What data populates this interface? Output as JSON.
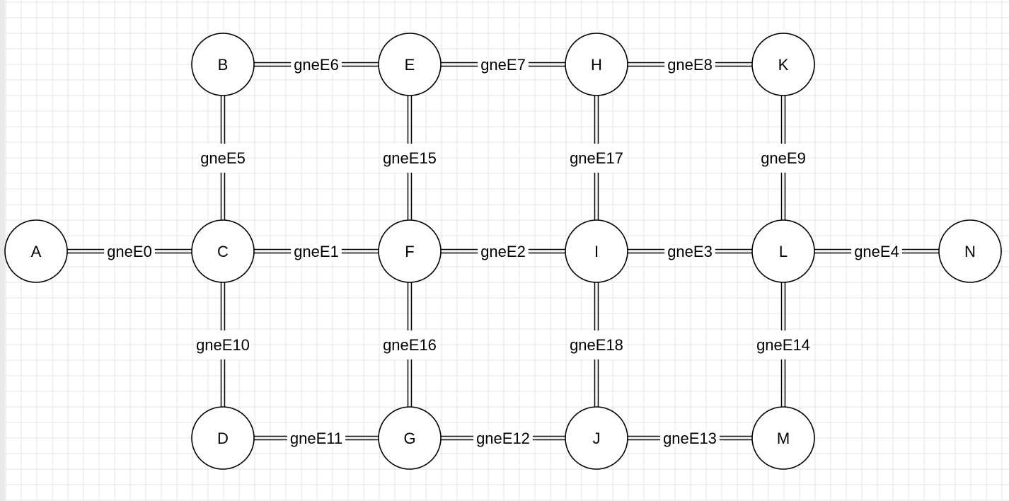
{
  "diagram": {
    "nodes": [
      {
        "id": "A",
        "label": "A"
      },
      {
        "id": "B",
        "label": "B"
      },
      {
        "id": "C",
        "label": "C"
      },
      {
        "id": "D",
        "label": "D"
      },
      {
        "id": "E",
        "label": "E"
      },
      {
        "id": "F",
        "label": "F"
      },
      {
        "id": "G",
        "label": "G"
      },
      {
        "id": "H",
        "label": "H"
      },
      {
        "id": "I",
        "label": "I"
      },
      {
        "id": "J",
        "label": "J"
      },
      {
        "id": "K",
        "label": "K"
      },
      {
        "id": "L",
        "label": "L"
      },
      {
        "id": "M",
        "label": "M"
      },
      {
        "id": "N",
        "label": "N"
      }
    ],
    "edges": [
      {
        "id": "gneE0",
        "from": "A",
        "to": "C",
        "label": "gneE0"
      },
      {
        "id": "gneE1",
        "from": "C",
        "to": "F",
        "label": "gneE1"
      },
      {
        "id": "gneE2",
        "from": "F",
        "to": "I",
        "label": "gneE2"
      },
      {
        "id": "gneE3",
        "from": "I",
        "to": "L",
        "label": "gneE3"
      },
      {
        "id": "gneE4",
        "from": "L",
        "to": "N",
        "label": "gneE4"
      },
      {
        "id": "gneE5",
        "from": "B",
        "to": "C",
        "label": "gneE5"
      },
      {
        "id": "gneE6",
        "from": "B",
        "to": "E",
        "label": "gneE6"
      },
      {
        "id": "gneE7",
        "from": "E",
        "to": "H",
        "label": "gneE7"
      },
      {
        "id": "gneE8",
        "from": "H",
        "to": "K",
        "label": "gneE8"
      },
      {
        "id": "gneE9",
        "from": "K",
        "to": "L",
        "label": "gneE9"
      },
      {
        "id": "gneE10",
        "from": "C",
        "to": "D",
        "label": "gneE10"
      },
      {
        "id": "gneE11",
        "from": "D",
        "to": "G",
        "label": "gneE11"
      },
      {
        "id": "gneE12",
        "from": "G",
        "to": "J",
        "label": "gneE12"
      },
      {
        "id": "gneE13",
        "from": "J",
        "to": "M",
        "label": "gneE13"
      },
      {
        "id": "gneE14",
        "from": "L",
        "to": "M",
        "label": "gneE14"
      },
      {
        "id": "gneE15",
        "from": "E",
        "to": "F",
        "label": "gneE15"
      },
      {
        "id": "gneE16",
        "from": "F",
        "to": "G",
        "label": "gneE16"
      },
      {
        "id": "gneE17",
        "from": "H",
        "to": "I",
        "label": "gneE17"
      },
      {
        "id": "gneE18",
        "from": "I",
        "to": "J",
        "label": "gneE18"
      }
    ],
    "colors": {
      "stroke": "#000000",
      "node_fill": "#ffffff",
      "grid": "#e6e6e6",
      "background": "#ffffff"
    }
  }
}
